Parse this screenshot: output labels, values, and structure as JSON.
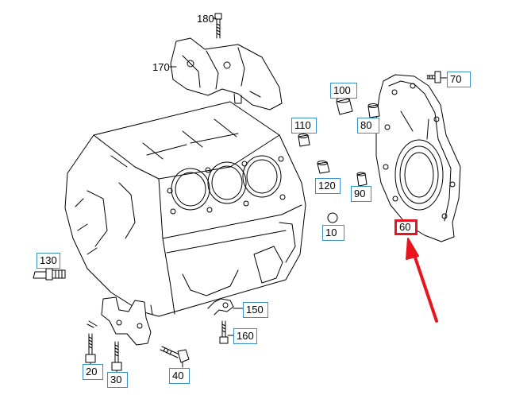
{
  "diagram": {
    "callouts": {
      "p180": "180",
      "p170": "170",
      "p70": "70",
      "p100": "100",
      "p80": "80",
      "p110": "110",
      "p120": "120",
      "p90": "90",
      "p10": "10",
      "p60": "60",
      "p130": "130",
      "p150": "150",
      "p160": "160",
      "p20": "20",
      "p30": "30",
      "p40": "40"
    },
    "highlighted_part": "60",
    "colors": {
      "line": "#000000",
      "callout_border": "#3a8fc9",
      "highlight": "#e8141e",
      "arrow": "#e8141e"
    }
  }
}
